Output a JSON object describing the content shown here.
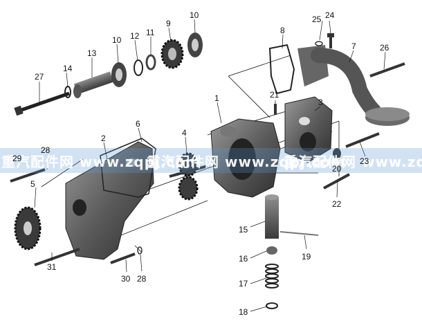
{
  "labels": {
    "l1": "1",
    "l2": "2",
    "l3": "3",
    "l4": "4",
    "l5": "5",
    "l6": "6",
    "l7": "7",
    "l8": "8",
    "l9": "9",
    "l10a": "10",
    "l10b": "10",
    "l11": "11",
    "l12": "12",
    "l13": "13",
    "l14": "14",
    "l15": "15",
    "l16": "16",
    "l17": "17",
    "l18": "18",
    "l19": "19",
    "l20": "20",
    "l21": "21",
    "l22": "22",
    "l23": "23",
    "l24": "24",
    "l25": "25",
    "l26": "26",
    "l27": "27",
    "l28a": "28",
    "l28b": "28",
    "l29": "29",
    "l30": "30",
    "l31": "31"
  },
  "watermarks": [
    "重汽配件网 www.zqpj.com",
    "重汽配件网 www.zqpj.com",
    "重汽配件网 www.zqpj.com"
  ]
}
